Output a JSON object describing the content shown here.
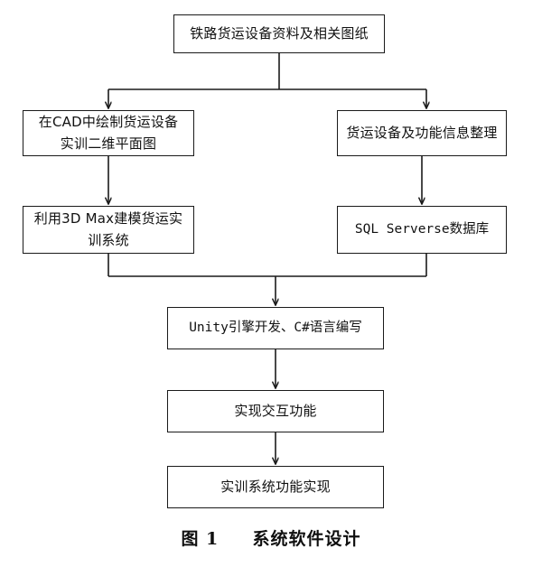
{
  "figure": {
    "caption_number": "图 1",
    "caption_title": "系统软件设计"
  },
  "colors": {
    "background": "#ffffff",
    "stroke": "#1a1a1a",
    "text": "#111111"
  },
  "nodes": {
    "source": {
      "label": "铁路货运设备资料及相关图纸"
    },
    "cad": {
      "label": "在CAD中绘制货运设备\n实训二维平面图"
    },
    "info": {
      "label": "货运设备及功能信息整理"
    },
    "modeling": {
      "label": "利用3D Max建模货运实\n训系统"
    },
    "database": {
      "label": "SQL Serverse数据库"
    },
    "unity": {
      "label": "Unity引擎开发、C#语言编写"
    },
    "interaction": {
      "label": "实现交互功能"
    },
    "result": {
      "label": "实训系统功能实现"
    }
  },
  "flow": {
    "type": "flowchart",
    "direction": "top-down",
    "edges": [
      {
        "from": "source",
        "to": "cad",
        "style": "split-branch-left"
      },
      {
        "from": "source",
        "to": "info",
        "style": "split-branch-right"
      },
      {
        "from": "cad",
        "to": "modeling",
        "style": "straight"
      },
      {
        "from": "info",
        "to": "database",
        "style": "straight"
      },
      {
        "from": "modeling",
        "to": "unity",
        "style": "merge-branch-left"
      },
      {
        "from": "database",
        "to": "unity",
        "style": "merge-branch-right"
      },
      {
        "from": "unity",
        "to": "interaction",
        "style": "straight"
      },
      {
        "from": "interaction",
        "to": "result",
        "style": "straight"
      }
    ]
  }
}
